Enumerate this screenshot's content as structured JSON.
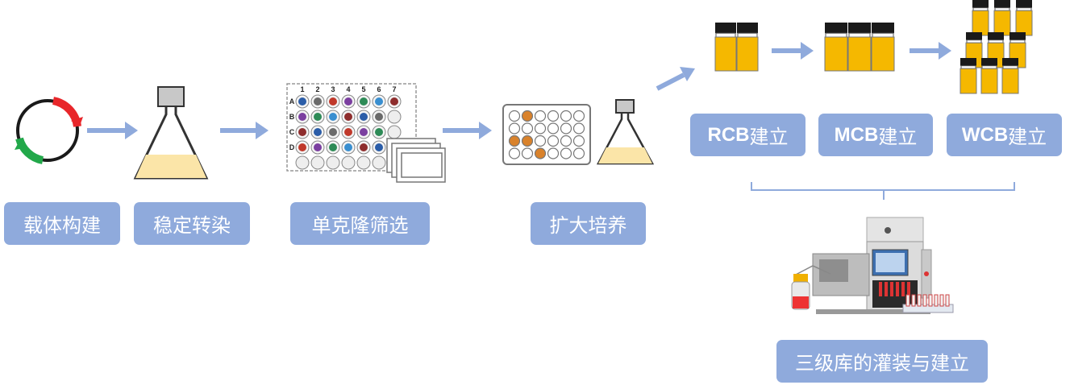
{
  "steps": [
    {
      "label": "载体构建"
    },
    {
      "label": "稳定转染"
    },
    {
      "label": "单克隆筛选"
    },
    {
      "label": "扩大培养"
    }
  ],
  "banks": [
    {
      "code": "RCB",
      "suffix": "建立"
    },
    {
      "code": "MCB",
      "suffix": "建立"
    },
    {
      "code": "WCB",
      "suffix": "建立"
    }
  ],
  "final_label": "三级库的灌装与建立",
  "plate": {
    "column_labels": [
      "1",
      "2",
      "3",
      "4",
      "5",
      "6",
      "7"
    ],
    "row_labels": [
      "A",
      "B",
      "C",
      "D"
    ]
  },
  "colors": {
    "label_bg": "#8FAADC",
    "arrow": "#8FAADC",
    "vial_fill": "#F5B800",
    "vial_cap": "#1a1a1a",
    "flask_liquid": "#FBE5A8",
    "plasmid_red": "#E8262A",
    "plasmid_green": "#22A84A",
    "well_orange": "#D9822B"
  }
}
